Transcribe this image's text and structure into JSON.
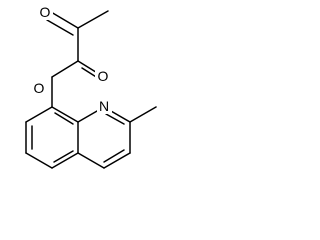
{
  "molecule": {
    "atoms": {
      "ketone_oxygen": "O",
      "carbonyl_oxygen": "O",
      "ester_oxygen": "O",
      "ring_nitrogen": "N"
    }
  }
}
